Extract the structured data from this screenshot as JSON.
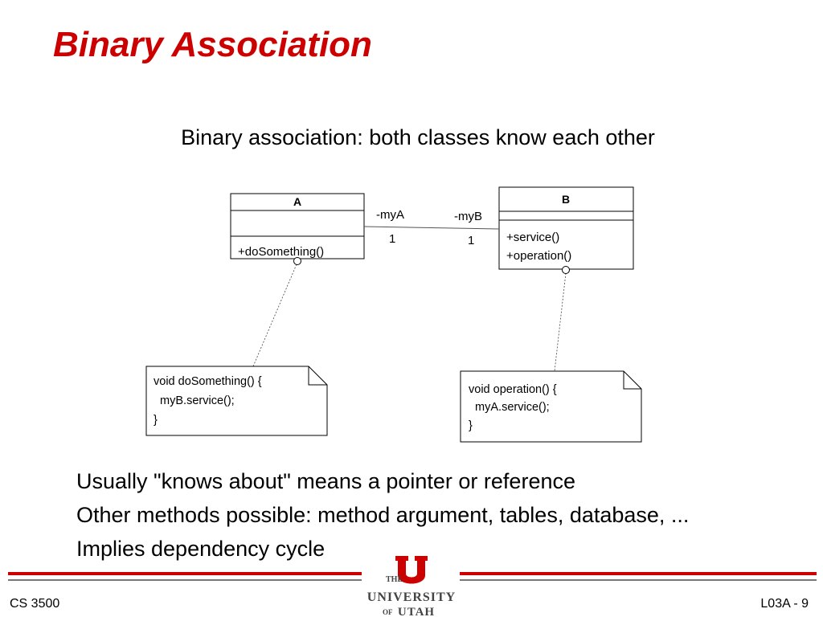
{
  "slide": {
    "title": "Binary Association",
    "subtitle": "Binary association: both classes know each other",
    "bullets": [
      "Usually \"knows about\" means a pointer or reference",
      "Other methods possible: method argument, tables, database, ...",
      "Implies dependency cycle"
    ]
  },
  "diagram": {
    "class_a": {
      "name": "A",
      "operations": [
        "+doSomething()"
      ]
    },
    "class_b": {
      "name": "B",
      "operations": [
        "+service()",
        "+operation()"
      ]
    },
    "association": {
      "role_a": "-myA",
      "mult_a": "1",
      "role_b": "-myB",
      "mult_b": "1"
    },
    "note_a": [
      "void doSomething() {",
      "  myB.service();",
      "}"
    ],
    "note_b": [
      "void operation() {",
      "  myA.service();",
      "}"
    ]
  },
  "footer": {
    "course": "CS 3500",
    "slide_number": "L03A - 9",
    "logo_text": [
      "THE",
      "UNIVERSITY",
      "OF",
      "UTAH"
    ]
  },
  "colors": {
    "title": "#cc0000",
    "rule": "#cc0000",
    "logo": "#cc0000"
  }
}
